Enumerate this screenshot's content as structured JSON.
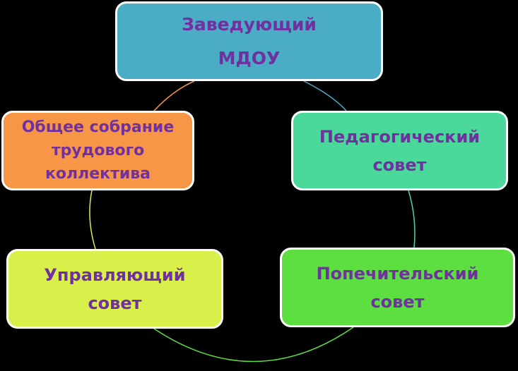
{
  "nodes": {
    "top": {
      "lines": [
        "Заведующий",
        "МДОУ"
      ]
    },
    "left": {
      "lines": [
        "Общее собрание",
        "трудового",
        "коллектива"
      ]
    },
    "right": {
      "lines": [
        "Педагогический",
        "совет"
      ]
    },
    "bottom_left": {
      "lines": [
        "Управляющий",
        "совет"
      ]
    },
    "bottom_right": {
      "lines": [
        "Попечительский",
        "совет"
      ]
    }
  },
  "colors": {
    "background": "#000000",
    "text": "#7030a0",
    "top_fill": "#4bacc6",
    "left_fill": "#f79646",
    "right_fill": "#4bd99b",
    "bottom_left_fill": "#d9f04a",
    "bottom_right_fill": "#5ddf42"
  }
}
